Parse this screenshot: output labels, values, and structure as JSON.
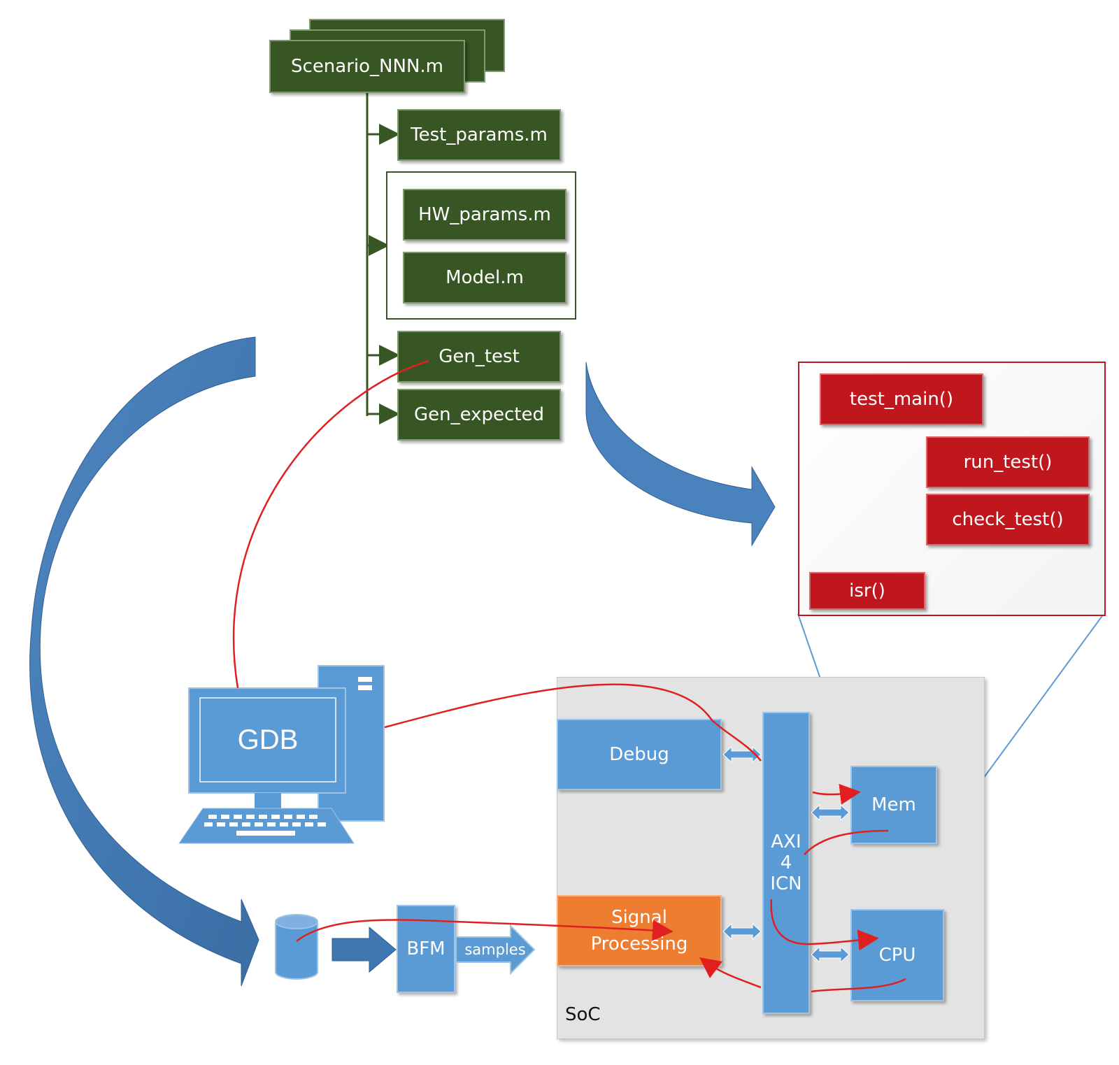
{
  "colors": {
    "green": "#375623",
    "red": "#c0161d",
    "blue": "#5b9bd5",
    "dark_blue": "#3f78b0",
    "orange": "#ed7d31",
    "soc_bg": "#e3e3e3",
    "trace": "#e02020"
  },
  "scripts": {
    "scenario": "Scenario_NNN.m",
    "test_params": "Test_params.m",
    "hw_params": "HW_params.m",
    "model": "Model.m",
    "gen_test": "Gen_test",
    "gen_expected": "Gen_expected"
  },
  "functions": {
    "test_main": "test_main()",
    "run_test": "run_test()",
    "check_test": "check_test()",
    "isr": "isr()"
  },
  "host": {
    "label": "GDB",
    "icon": "computer-icon"
  },
  "testbench": {
    "bfm": "BFM",
    "samples": "samples",
    "storage_icon": "database-icon"
  },
  "soc": {
    "label": "SoC",
    "debug": "Debug",
    "axi": [
      "AXI",
      "4",
      "ICN"
    ],
    "mem": "Mem",
    "cpu": "CPU",
    "signal_processing": [
      "Signal",
      "Processing"
    ]
  }
}
